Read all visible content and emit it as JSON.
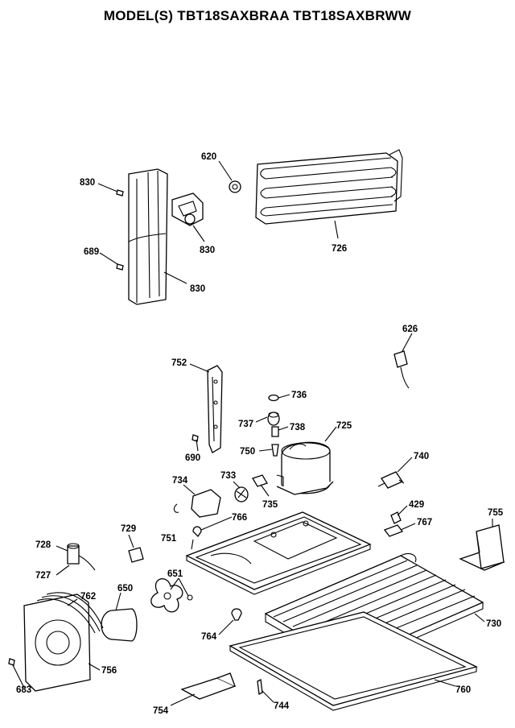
{
  "header": {
    "title": "MODEL(S) TBT18SAXBRAA  TBT18SAXBRWW"
  },
  "callouts": [
    "830",
    "620",
    "726",
    "830",
    "689",
    "830",
    "626",
    "752",
    "736",
    "737",
    "738",
    "725",
    "690",
    "750",
    "740",
    "734",
    "733",
    "735",
    "429",
    "755",
    "766",
    "767",
    "729",
    "728",
    "751",
    "727",
    "651",
    "650",
    "762",
    "730",
    "764",
    "756",
    "683",
    "754",
    "744",
    "760"
  ]
}
